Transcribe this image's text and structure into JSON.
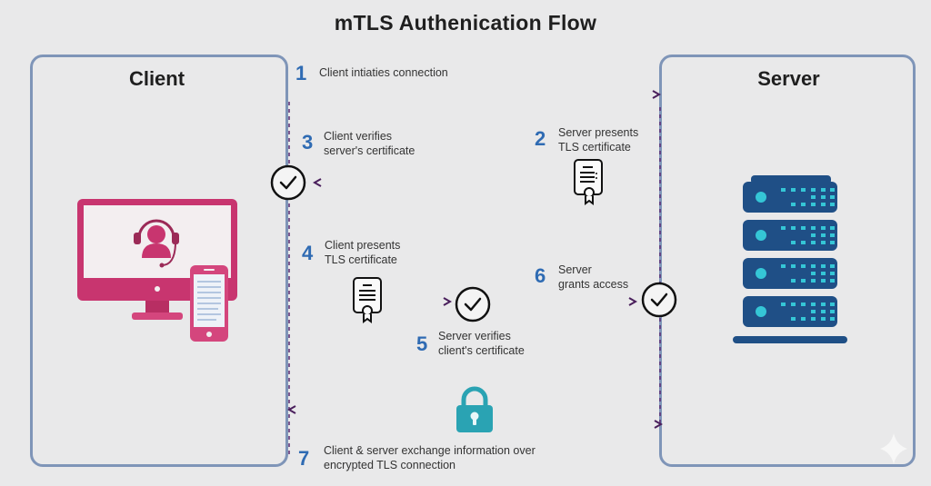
{
  "title": "mTLS Authenication Flow",
  "panels": {
    "client": {
      "label": "Client"
    },
    "server": {
      "label": "Server"
    }
  },
  "steps": [
    {
      "number": "1",
      "line1": "Client intiaties connection",
      "line2": ""
    },
    {
      "number": "2",
      "line1": "Server presents",
      "line2": "TLS certificate"
    },
    {
      "number": "3",
      "line1": "Client verifies",
      "line2": "server's certificate"
    },
    {
      "number": "4",
      "line1": "Client presents",
      "line2": "TLS certificate"
    },
    {
      "number": "5",
      "line1": "Server verifies",
      "line2": "client's certificate"
    },
    {
      "number": "6",
      "line1": "Server",
      "line2": "grants access"
    },
    {
      "number": "7",
      "line1": "Client & server exchange information over",
      "line2": "encrypted TLS connection"
    }
  ],
  "colors": {
    "arrow": "#4a1f5c",
    "step_number": "#2f6bb3",
    "panel_border": "#7f95b8",
    "client_device": "#c8356f",
    "server_rack": "#1f4f86",
    "server_led": "#35c6d6",
    "lock": "#2aa3b3"
  },
  "icons": [
    "desktop-with-support-agent-icon",
    "smartphone-icon",
    "server-rack-icon",
    "certificate-icon",
    "checkmark-circle-icon",
    "padlock-icon",
    "sparkle-icon"
  ]
}
